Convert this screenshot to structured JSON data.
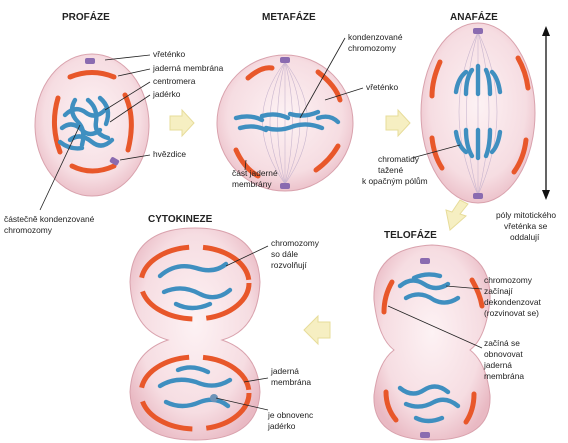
{
  "stages": {
    "profaze": "PROFÁZE",
    "metafaze": "METAFÁZE",
    "anafaze": "ANAFÁZE",
    "telofaze": "TELOFÁZE",
    "cytokineze": "CYTOKINEZE"
  },
  "labels": {
    "vretenko1": "vřeténko",
    "jaderna_membrana": "jaderná membrána",
    "centromera": "centromera",
    "jaderko": "jadérko",
    "hvezdice": "hvězdice",
    "castecne_1": "částečně kondenzované",
    "castecne_2": "chromozomy",
    "kondenz_1": "kondenzované",
    "kondenz_2": "chromozomy",
    "vretenko2": "vřeténko",
    "cast_jad_1": "část jaderné",
    "cast_jad_2": "membrány",
    "chromatidy_1": "chromatidy",
    "chromatidy_2": "tažené",
    "chromatidy_3": "k opačným pólům",
    "poly_1": "póly mitotického",
    "poly_2": "vřeténka se",
    "poly_3": "oddalují",
    "chrom_zac_1": "chromozomy",
    "chrom_zac_2": "začínají",
    "chrom_zac_3": "dekondenzovat",
    "chrom_zac_4": "(rozvinovat se)",
    "zacina_1": "začíná se",
    "zacina_2": "obnovovat",
    "zacina_3": "jaderná",
    "zacina_4": "membrána",
    "cyto_chrom_1": "chromozomy",
    "cyto_chrom_2": "so dále",
    "cyto_chrom_3": "rozvolňují",
    "cyto_memb_1": "jaderná",
    "cyto_memb_2": "membrána",
    "obnov_1": "je obnovenc",
    "obnov_2": "jadérko"
  },
  "colors": {
    "cell_fill": "#f7e0e4",
    "membrane": "#e8572a",
    "chromosome": "#3f8fc0",
    "centrosome": "#8a6bb0",
    "arrow": "#f6efc2"
  }
}
